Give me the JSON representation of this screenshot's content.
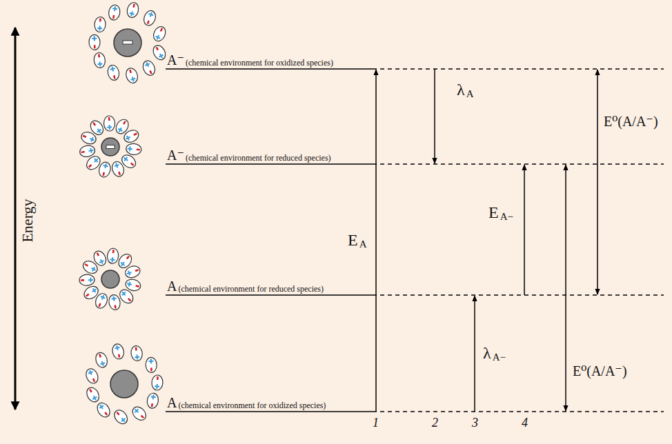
{
  "diagram": {
    "labels": [
      "Energy",
      "A⁻",
      "(chemical environment for oxidized species)",
      "A⁻",
      "(chemical environment for reduced species)",
      "A",
      "(chemical environment for reduced species)",
      "A",
      "(chemical environment for oxidized species)",
      "E",
      "A",
      "λ",
      "A",
      "E",
      "A−",
      "λ",
      "A−",
      "E⁰(A/A⁻)",
      "E⁰(A/A⁻)",
      "1",
      "2",
      "3",
      "4"
    ]
  }
}
